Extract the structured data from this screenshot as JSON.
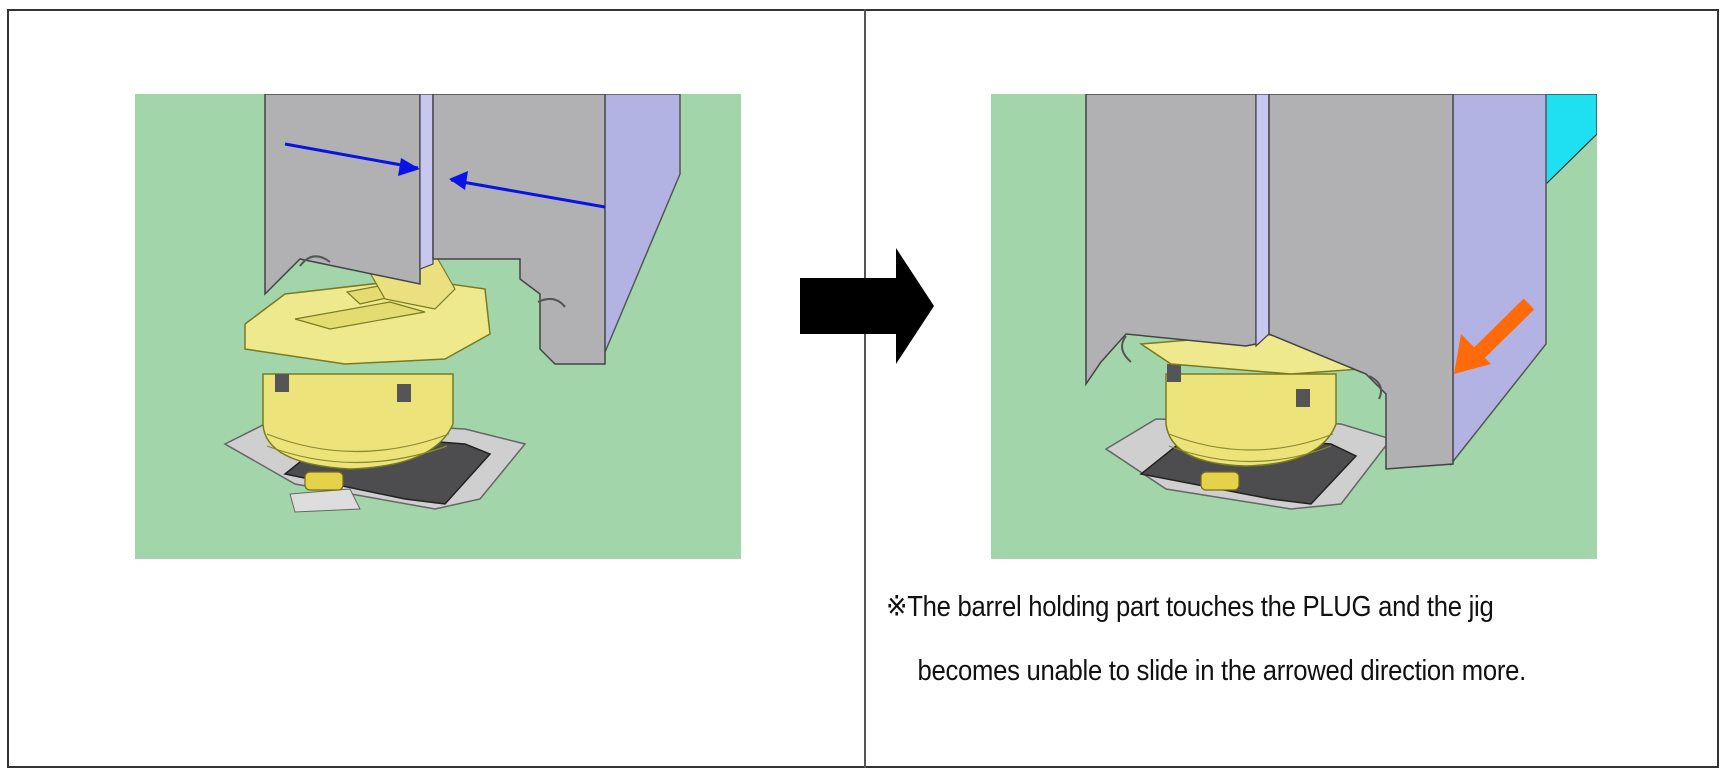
{
  "figure": {
    "panels": [
      {
        "id": "before",
        "description_icon": "jig-before-sliding"
      },
      {
        "id": "after",
        "description_icon": "jig-after-sliding"
      }
    ],
    "colors": {
      "background": "#a3d5ab",
      "jig_gray": "#b1b0b3",
      "jig_lavender": "#b3b3e3",
      "plug_yellow": "#eaea8a",
      "squeeze_arrow": "#0a13e6",
      "slide_arrow": "#ff6a0a",
      "flow_arrow": "#000000"
    },
    "note": {
      "line1": "※The barrel holding part touches the PLUG and the jig",
      "line2": "becomes unable to slide in the arrowed direction more."
    }
  }
}
